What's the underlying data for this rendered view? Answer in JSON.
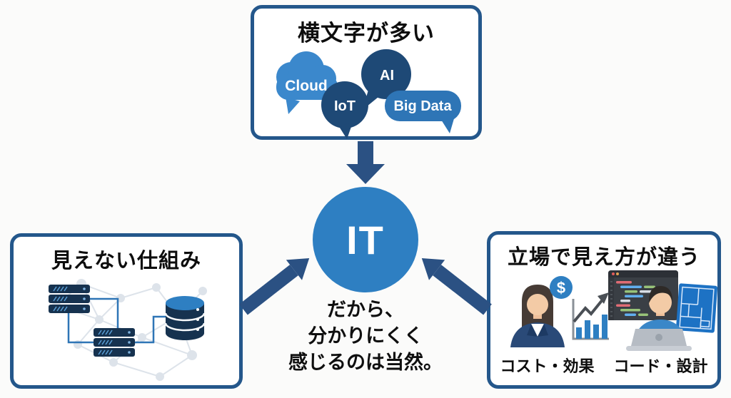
{
  "diagram": {
    "center": {
      "label": "IT",
      "caption_lines": [
        "だから、",
        "分かりにくく",
        "感じるのは当然。"
      ]
    },
    "top_box": {
      "title": "横文字が多い",
      "bubbles": [
        {
          "label": "Cloud"
        },
        {
          "label": "IoT"
        },
        {
          "label": "AI"
        },
        {
          "label": "Big Data"
        }
      ]
    },
    "left_box": {
      "title": "見えない仕組み"
    },
    "right_box": {
      "title": "立場で見え方が違う",
      "personas": [
        {
          "label": "コスト・効果"
        },
        {
          "label": "コード・設計"
        }
      ]
    },
    "colors": {
      "box_border": "#24578b",
      "arrow": "#2b5183",
      "it_circle": "#2e7fc2",
      "bubble_light": "#3b88cc",
      "bubble_dark": "#1e4976",
      "bubble_medium": "#2e75b6",
      "connector_blue": "#2e75b6",
      "server_navy": "#16324f"
    }
  }
}
